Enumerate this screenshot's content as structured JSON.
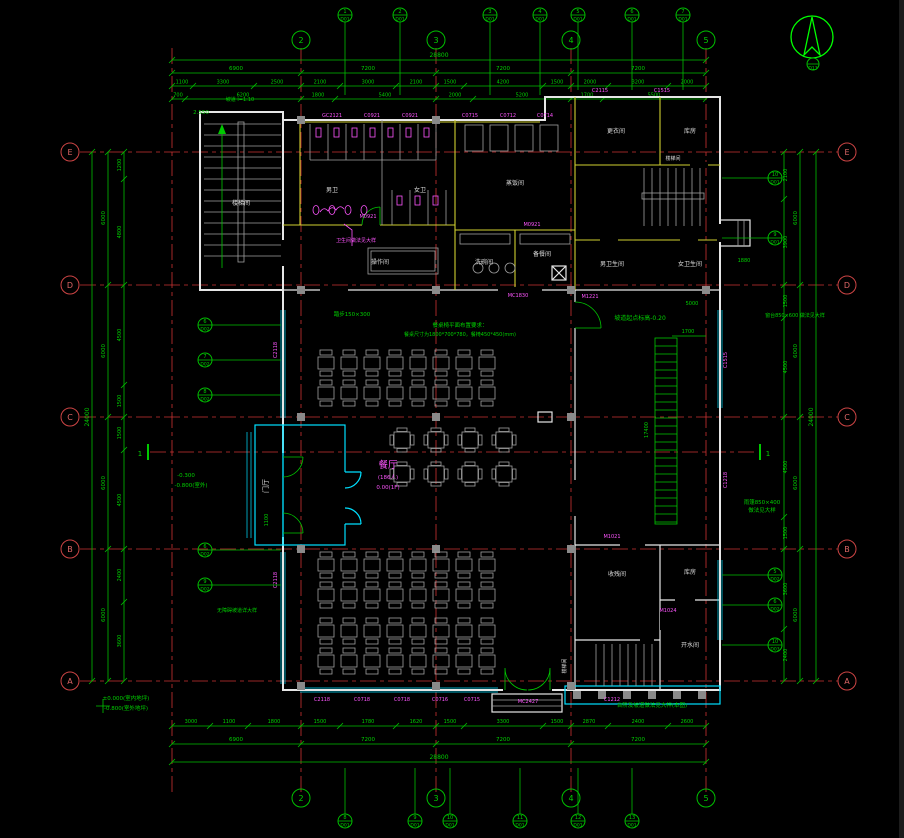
{
  "colors": {
    "background": "#000000",
    "dimension": "#00bf00",
    "axis_line": "#cc3333",
    "wall": "#e6e6e6",
    "window": "#00e0ff",
    "door_tag": "#ff55ff",
    "furniture": "#9f9f9f",
    "partition": "#cfcf30"
  },
  "axes": {
    "top": [
      "2",
      "3",
      "4",
      "5"
    ],
    "bottom": [
      "2",
      "3",
      "4",
      "5"
    ],
    "left": [
      "E",
      "D",
      "C",
      "B",
      "A"
    ],
    "right": [
      "E",
      "D",
      "C",
      "B",
      "A"
    ]
  },
  "dims": {
    "top": {
      "overall": "28800",
      "seg": [
        "6900",
        "7200",
        "7200",
        "7200"
      ],
      "sub1": [
        "1100",
        "3300",
        "2500",
        "2100",
        "3000",
        "2100",
        "1500",
        "4200",
        "1500",
        "2000",
        "3200",
        "2000"
      ],
      "sub2": [
        "700",
        "6200",
        "1800",
        "5400",
        "2000",
        "5200",
        "1700",
        "5500"
      ]
    },
    "bottom": {
      "overall": "28800",
      "seg": [
        "6900",
        "7200",
        "7200",
        "7200"
      ],
      "sub": [
        "3000",
        "1100",
        "1800",
        "1500",
        "1780",
        "1620",
        "1500",
        "3300",
        "1500",
        "2870",
        "2400",
        "2600"
      ]
    },
    "left": {
      "overall": "24000",
      "seg": [
        "6000",
        "6000",
        "6000",
        "6000"
      ],
      "sub": [
        "1200",
        "4800",
        "4500",
        "1500",
        "1500",
        "4500",
        "2400",
        "3600"
      ]
    },
    "right": {
      "overall": "24000",
      "seg": [
        "6000",
        "6000",
        "6000",
        "6000"
      ],
      "sub": [
        "2100",
        "3900",
        "1500",
        "4500",
        "4500",
        "1500",
        "3600",
        "2400"
      ]
    },
    "interior": [
      "1700",
      "17400",
      "1880",
      "5000",
      "1100"
    ]
  },
  "rooms": {
    "stairNW": "楼梯间",
    "toiletM": "男卫",
    "toiletF": "女卫",
    "steam": "蒸饭间",
    "prep": "操作间",
    "wash": "洗碗间",
    "serve": "备餐间",
    "locker": "更衣间",
    "storeNE": "库房",
    "stairNE": "楼梯间",
    "toiletM2": "男卫生间",
    "toiletF2": "女卫生间",
    "dining": "餐厅",
    "diningCap": "(186人)",
    "diningLvl": "0.00(1F)",
    "foyer": "门厅",
    "recycle": "收残间",
    "storeSE": "库房",
    "boiler": "开水间",
    "stairSE": "楼梯间"
  },
  "notes": {
    "step": "踏步150×300",
    "tableNote1": "餐桌椅平面布置要求：",
    "tableNote2": "餐桌尺寸为1800*700*780，餐椅450*450(mm)",
    "rampLevel": "坡道起点标高-0.20",
    "sill": "窗台850×600 做法见大样",
    "canopy1": "雨篷850×400",
    "canopy2": "做法见大样",
    "slope": "坡道 i=1:10",
    "level2550": "2.550",
    "levelM030": "-0.300",
    "levelM080": "-0.800(室外)",
    "levelIn": "±0.000(室内地坪)",
    "levelOut": "-0.800(室外地坪)",
    "stepsNote": "台阶及坡道做法见大样(本图)",
    "barrierNote": "无障碍坡道详大样",
    "toiletNote": "卫生间做法见大样"
  },
  "tags": {
    "top": [
      "GC2121",
      "C0921",
      "C0921",
      "C0715",
      "C0712",
      "C0714"
    ],
    "topRight": [
      "C2115",
      "C1515"
    ],
    "bottom": [
      "C2118",
      "C0718",
      "C0718",
      "C0716",
      "C0715",
      "MC2427",
      "C1212"
    ],
    "left": [
      "C2118",
      "C2118"
    ],
    "right": [
      "C1515",
      "C1218"
    ],
    "doors": [
      "M0921",
      "M0921",
      "M1221",
      "M1021",
      "M1024",
      "MC1830"
    ]
  },
  "callouts": {
    "top": [
      {
        "n": "1",
        "s": "D01"
      },
      {
        "n": "2",
        "s": "D01"
      },
      {
        "n": "3",
        "s": "D01"
      },
      {
        "n": "4",
        "s": "D01"
      },
      {
        "n": "5",
        "s": "D01"
      },
      {
        "n": "6",
        "s": "D01"
      },
      {
        "n": "7",
        "s": "D01"
      }
    ],
    "bottom": [
      {
        "n": "8",
        "s": "D01"
      },
      {
        "n": "9",
        "s": "D01"
      },
      {
        "n": "10",
        "s": "D01"
      },
      {
        "n": "11",
        "s": "D01"
      },
      {
        "n": "12",
        "s": "D01"
      },
      {
        "n": "13",
        "s": "D01"
      }
    ],
    "left": [
      {
        "n": "6",
        "s": "D02"
      },
      {
        "n": "7",
        "s": "D02"
      },
      {
        "n": "8",
        "s": "D02"
      },
      {
        "n": "6",
        "s": "D02"
      },
      {
        "n": "9",
        "s": "D02"
      }
    ],
    "right": [
      {
        "n": "10",
        "s": "D01"
      },
      {
        "n": "9",
        "s": "D01"
      },
      {
        "n": "5",
        "s": "D02"
      },
      {
        "n": "6",
        "s": "D02"
      },
      {
        "n": "10",
        "s": "D03"
      }
    ],
    "compass": {
      "n": "",
      "s": "D13"
    }
  },
  "section": {
    "label": "1"
  }
}
